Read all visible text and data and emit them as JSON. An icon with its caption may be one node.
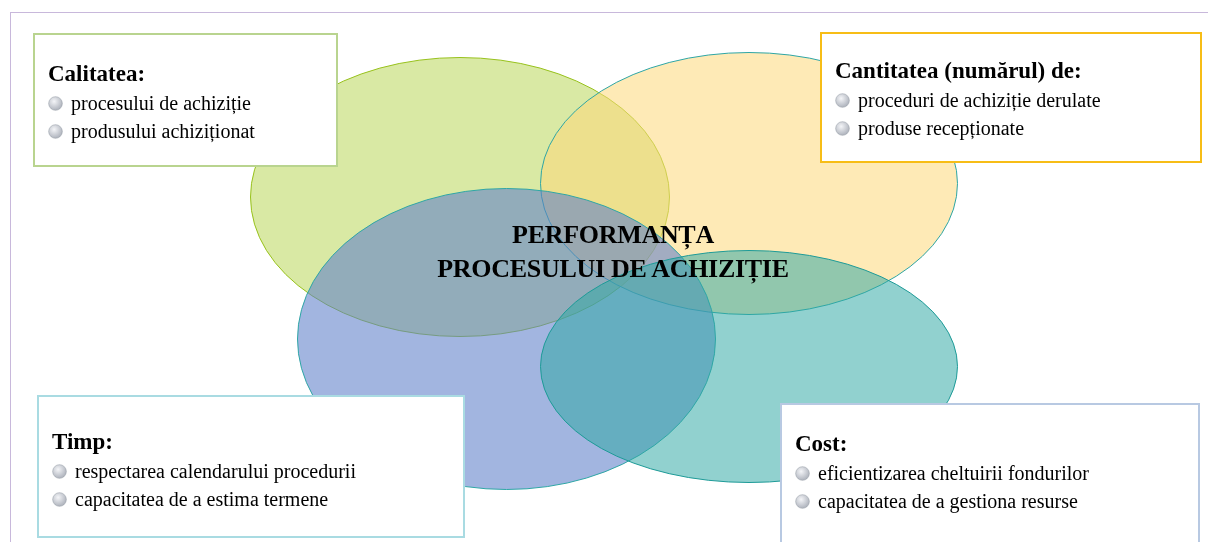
{
  "diagram": {
    "nodes": [
      {
        "text": [
          "Calitatea:",
          "procesului de achiziție",
          "produsului achiziționat"
        ]
      },
      {
        "text": [
          "Cantitatea (numărul) de:",
          "proceduri de achiziție derulate",
          "produse recepționate"
        ]
      },
      {
        "text": [],
        "shape": "ellipse"
      },
      {
        "text": [],
        "shape": "ellipse"
      },
      {
        "text": [],
        "shape": "ellipse"
      },
      {
        "text": [],
        "shape": "ellipse"
      },
      {
        "text": [
          "Timp:",
          "respectarea calendarului procedurii",
          "capacitatea de a estima termene"
        ]
      },
      {
        "text": [
          "Cost:",
          "eficientizarea cheltuirii fondurilor",
          "capacitatea de a gestiona resurse"
        ]
      }
    ],
    "labels": [
      "PERFORMANȚA PROCESULUI DE ACHIZIȚIE"
    ]
  }
}
